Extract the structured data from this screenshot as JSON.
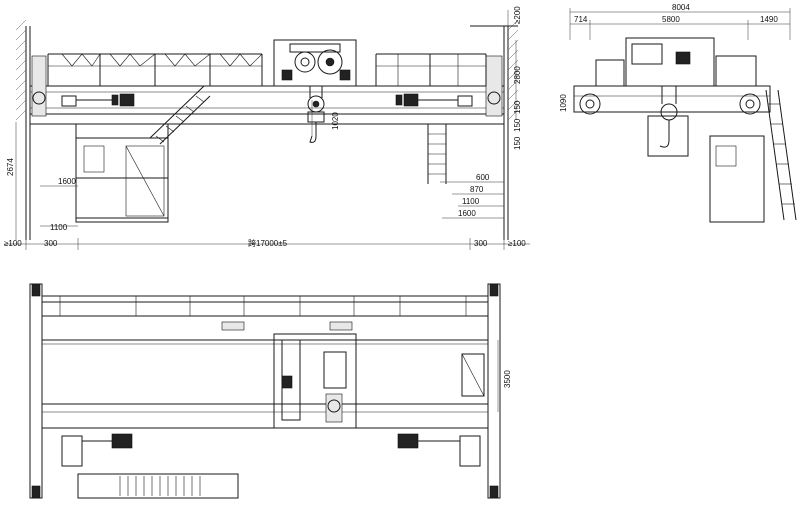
{
  "front_view": {
    "dims": {
      "span": "跨17000±5",
      "end_left": "300",
      "end_right": "300",
      "clear_left": "≥100",
      "clear_right": "≥100",
      "clear_top": "≥200",
      "height_2800": "2800",
      "height_2674": "2674",
      "width_1600_left": "1600",
      "width_1100_left": "1100",
      "hook_1020": "1020",
      "d150a": "150",
      "d150b": "150",
      "d150c": "150",
      "w600": "600",
      "w870": "870",
      "w1100_right": "1100",
      "w1600_right": "1600"
    }
  },
  "side_view": {
    "dims": {
      "total": "8004",
      "left": "714",
      "gauge": "5800",
      "right": "1490",
      "height": "1090"
    }
  },
  "plan_view": {
    "dims": {
      "trolley_gauge": "3500"
    }
  }
}
